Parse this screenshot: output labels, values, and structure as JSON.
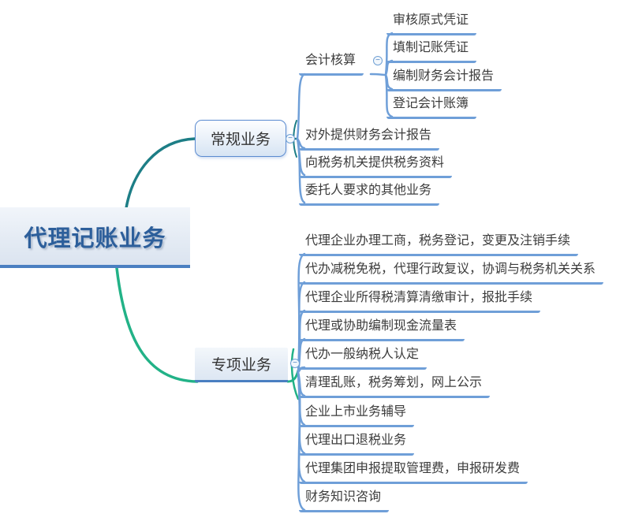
{
  "diagram": {
    "root": {
      "label": "代理记账业务"
    },
    "branches": [
      {
        "label": "常规业务",
        "children": [
          {
            "label": "会计核算",
            "children": [
              {
                "label": "审核原式凭证"
              },
              {
                "label": "填制记账凭证"
              },
              {
                "label": "编制财务会计报告"
              },
              {
                "label": "登记会计账簿"
              }
            ]
          },
          {
            "label": "对外提供财务会计报告"
          },
          {
            "label": "向税务机关提供税务资料"
          },
          {
            "label": "委托人要求的其他业务"
          }
        ]
      },
      {
        "label": "专项业务",
        "children": [
          {
            "label": "代理企业办理工商，税务登记，变更及注销手续"
          },
          {
            "label": "代办减税免税，代理行政复议，协调与税务机关关系"
          },
          {
            "label": "代理企业所得税清算清缴审计，报批手续"
          },
          {
            "label": "代理或协助编制现金流量表"
          },
          {
            "label": "代办一般纳税人认定"
          },
          {
            "label": "清理乱账，税务筹划，网上公示"
          },
          {
            "label": "企业上市业务辅导"
          },
          {
            "label": "代理出口退税业务"
          },
          {
            "label": "代理集团申报提取管理费，申报研发费"
          },
          {
            "label": "财务知识咨询"
          }
        ]
      }
    ],
    "collapse_glyph": "−",
    "colors": {
      "branch1_line": "#1d7e86",
      "branch2_line": "#22b287",
      "child_line": "#6f9fd8",
      "node_underline": "#4a7fc1",
      "root_text": "#2d5f9b"
    }
  }
}
